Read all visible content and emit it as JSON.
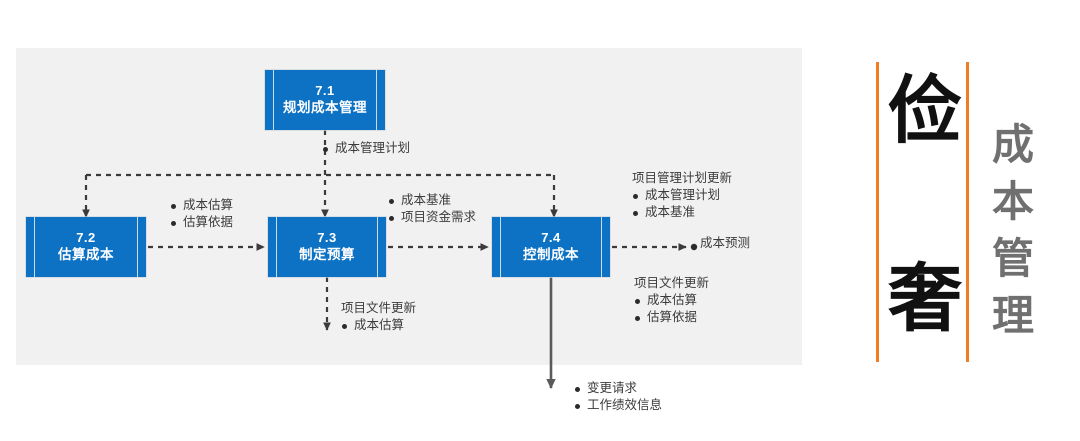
{
  "diagram": {
    "title_panel": {
      "big_chars": [
        "俭",
        "奢"
      ],
      "vertical_title": [
        "成",
        "本",
        "管",
        "理"
      ],
      "accent_color": "#f07c23",
      "title_color": "#707070"
    },
    "box_color": "#0d72c4",
    "panel_color": "#f1f1f1",
    "processes": [
      {
        "id": "7.1",
        "number": "7.1",
        "name": "规划成本管理"
      },
      {
        "id": "7.2",
        "number": "7.2",
        "name": "估算成本"
      },
      {
        "id": "7.3",
        "number": "7.3",
        "name": "制定预算"
      },
      {
        "id": "7.4",
        "number": "7.4",
        "name": "控制成本"
      }
    ],
    "annotations": [
      {
        "id": "cost-management-plan",
        "heading": "",
        "items": [
          "成本管理计划"
        ]
      },
      {
        "id": "estimate-outputs",
        "heading": "",
        "items": [
          "成本估算",
          "估算依据"
        ]
      },
      {
        "id": "budget-outputs",
        "heading": "",
        "items": [
          "成本基准",
          "项目资金需求"
        ]
      },
      {
        "id": "pm-plan-updates",
        "heading": "项目管理计划更新",
        "items": [
          "成本管理计划",
          "成本基准"
        ]
      },
      {
        "id": "cost-forecast",
        "heading": "",
        "items": [
          "成本预测"
        ]
      },
      {
        "id": "doc-updates-right",
        "heading": "项目文件更新",
        "items": [
          "成本估算",
          "估算依据"
        ]
      },
      {
        "id": "doc-updates-bottom",
        "heading": "项目文件更新",
        "items": [
          "成本估算"
        ]
      },
      {
        "id": "control-outputs",
        "heading": "",
        "items": [
          "变更请求",
          "工作绩效信息"
        ]
      }
    ]
  }
}
